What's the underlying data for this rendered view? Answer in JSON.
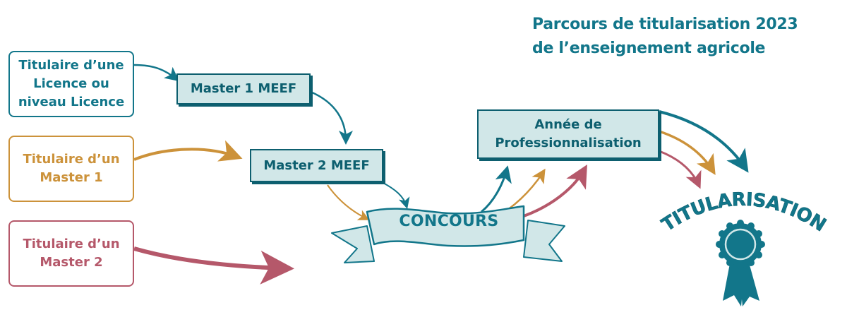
{
  "title": {
    "line1": "Parcours de titularisation 2023",
    "line2": "de l’enseignement agricole"
  },
  "sources": {
    "licence": "Titulaire d’une\nLicence ou\nniveau Licence",
    "master1": "Titulaire d’un\nMaster 1",
    "master2": "Titulaire d’un\nMaster 2"
  },
  "stages": {
    "m1": "Master 1 MEEF",
    "m2": "Master 2 MEEF",
    "concours": "CONCOURS",
    "professionnalisation": "Année de\nProfessionnalisation",
    "titularisation": "TITULARISATION"
  },
  "colors": {
    "teal": "#12768a",
    "dark_teal": "#0d5f6f",
    "gold": "#cc923a",
    "rose": "#b5586a",
    "box_fill": "#d1e7e8"
  },
  "icons": {
    "medal": "rosette-medal-icon"
  }
}
